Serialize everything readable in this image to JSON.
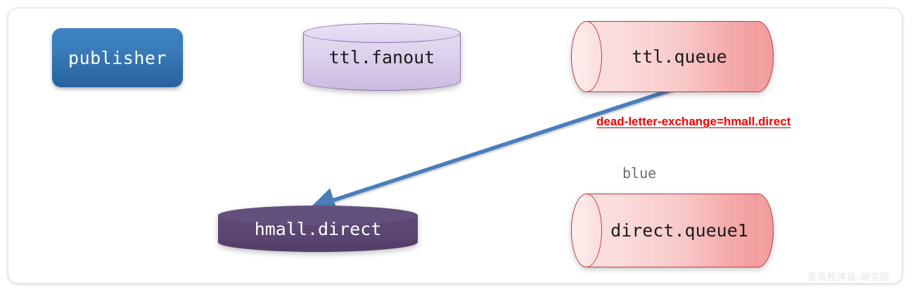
{
  "diagram": {
    "title": "RabbitMQ TTL dead-letter routing diagram",
    "accent_arrow_color": "#4a7ebb",
    "nodes": {
      "publisher": {
        "label": "publisher",
        "kind": "rounded-box",
        "color": "#3a7bba"
      },
      "ttl_fanout": {
        "label": "ttl.fanout",
        "kind": "exchange-cylinder",
        "color": "#ddd2ee"
      },
      "ttl_queue": {
        "label": "ttl.queue",
        "kind": "queue-cylinder",
        "color": "#f8c9c9"
      },
      "hmall_direct": {
        "label": "hmall.direct",
        "kind": "exchange-cylinder",
        "color": "#5c4773"
      },
      "direct_queue1": {
        "label": "direct.queue1",
        "kind": "queue-cylinder",
        "color": "#f8c9c9"
      }
    },
    "annotations": {
      "dead_letter": "dead-letter-exchange=hmall.direct",
      "binding_key": "blue"
    },
    "watermark": "黑马程序员-研究院"
  }
}
